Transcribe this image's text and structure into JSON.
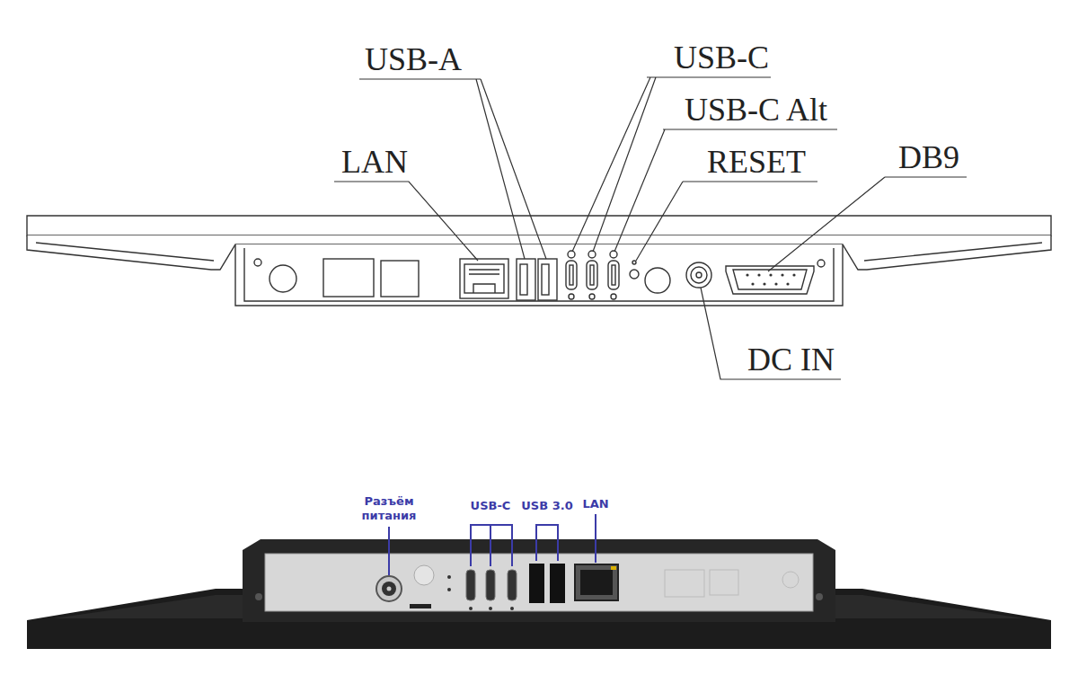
{
  "diagram": {
    "labels": [
      "USB-A",
      "USB-C",
      "USB-C Alt",
      "LAN",
      "RESET",
      "DB9",
      "DC IN",
      "Разъём питания",
      "USB-C",
      "USB 3.0",
      "LAN"
    ]
  }
}
